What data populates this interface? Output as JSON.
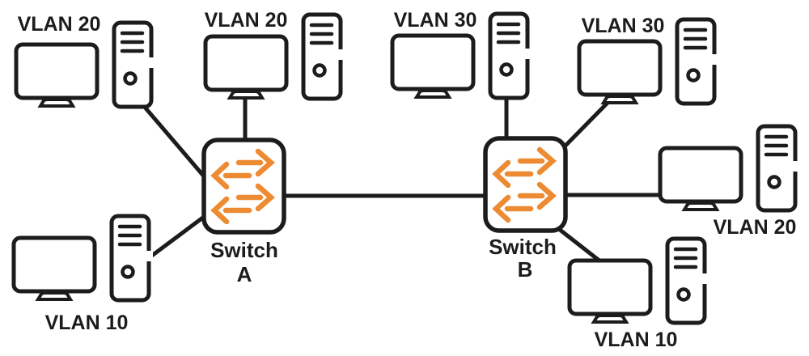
{
  "colors": {
    "background": "#ffffff",
    "line": "#1c1c1c",
    "device": "#1c1c1c",
    "text": "#1c1c1c",
    "arrow": "#ED8B33"
  },
  "switches": [
    {
      "name": "Switch A",
      "label_top": "Switch",
      "label_bottom": "A"
    },
    {
      "name": "Switch B",
      "label_top": "Switch",
      "label_bottom": "B"
    }
  ],
  "computers": [
    {
      "vlan": "VLAN 20",
      "position": "top-left",
      "connected_to": "Switch A"
    },
    {
      "vlan": "VLAN 20",
      "position": "top-center",
      "connected_to": "Switch A"
    },
    {
      "vlan": "VLAN 10",
      "position": "bottom-left",
      "connected_to": "Switch A"
    },
    {
      "vlan": "VLAN 30",
      "position": "top-middle",
      "connected_to": "Switch B"
    },
    {
      "vlan": "VLAN 30",
      "position": "top-right",
      "connected_to": "Switch B"
    },
    {
      "vlan": "VLAN 20",
      "position": "right",
      "connected_to": "Switch B"
    },
    {
      "vlan": "VLAN 10",
      "position": "bottom-right",
      "connected_to": "Switch B"
    }
  ],
  "links": [
    {
      "from": "VLAN 20 PC top-left",
      "to": "Switch A"
    },
    {
      "from": "VLAN 20 PC top-center",
      "to": "Switch A"
    },
    {
      "from": "VLAN 10 PC bottom-left",
      "to": "Switch A"
    },
    {
      "from": "Switch A",
      "to": "Switch B"
    },
    {
      "from": "VLAN 30 PC top-middle",
      "to": "Switch B"
    },
    {
      "from": "VLAN 30 PC top-right",
      "to": "Switch B"
    },
    {
      "from": "VLAN 20 PC right",
      "to": "Switch B"
    },
    {
      "from": "VLAN 10 PC bottom-right",
      "to": "Switch B"
    }
  ]
}
